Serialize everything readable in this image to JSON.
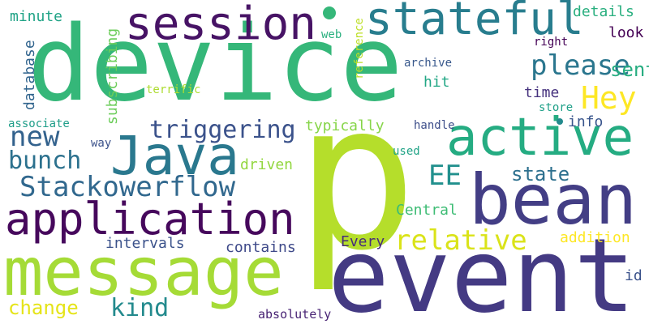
{
  "words": [
    {
      "text": "device",
      "color": "#35b779"
    },
    {
      "text": "p",
      "color": "#b5de2b"
    },
    {
      "text": "event",
      "color": "#443a83"
    },
    {
      "text": "bean",
      "color": "#433e85"
    },
    {
      "text": "message",
      "color": "#a5db36"
    },
    {
      "text": "active",
      "color": "#25ac82"
    },
    {
      "text": "application",
      "color": "#46085c"
    },
    {
      "text": "Java",
      "color": "#2a788e"
    },
    {
      "text": "session",
      "color": "#471365"
    },
    {
      "text": "stateful",
      "color": "#287d8e"
    },
    {
      "text": "please",
      "color": "#2a768e"
    },
    {
      "text": "Hey",
      "color": "#fde725"
    },
    {
      "text": "relative",
      "color": "#dae319"
    },
    {
      "text": "Stackowerflow",
      "color": "#31688e"
    },
    {
      "text": "EE",
      "color": "#21908d"
    },
    {
      "text": "new",
      "color": "#33628d"
    },
    {
      "text": "bunch",
      "color": "#2c718e"
    },
    {
      "text": "triggering",
      "color": "#3b528b"
    },
    {
      "text": "kind",
      "color": "#238a8d"
    },
    {
      "text": "change",
      "color": "#e5e419"
    },
    {
      "text": "state",
      "color": "#2d708e"
    },
    {
      "text": "sent",
      "color": "#27ad81"
    },
    {
      "text": "look",
      "color": "#440154"
    },
    {
      "text": "details",
      "color": "#29af7f"
    },
    {
      "text": "minute",
      "color": "#20a386"
    },
    {
      "text": "database",
      "color": "#32658e"
    },
    {
      "text": "subscribing",
      "color": "#6ccd5a"
    },
    {
      "text": "typically",
      "color": "#86d549"
    },
    {
      "text": "terrific",
      "color": "#addc30"
    },
    {
      "text": "time",
      "color": "#46327e"
    },
    {
      "text": "store",
      "color": "#1fa088"
    },
    {
      "text": "info",
      "color": "#39558c"
    },
    {
      "text": "hit",
      "color": "#22a785"
    },
    {
      "text": "web",
      "color": "#2ab07f"
    },
    {
      "text": "reference",
      "color": "#bddf26"
    },
    {
      "text": "archive",
      "color": "#38588c"
    },
    {
      "text": "right",
      "color": "#440256"
    },
    {
      "text": "way",
      "color": "#3b528b"
    },
    {
      "text": "associate",
      "color": "#1f9e89"
    },
    {
      "text": "handle",
      "color": "#3d4e8a"
    },
    {
      "text": "used",
      "color": "#20a386"
    },
    {
      "text": "driven",
      "color": "#93d741"
    },
    {
      "text": "Central",
      "color": "#3dbc74"
    },
    {
      "text": "intervals",
      "color": "#3b528b"
    },
    {
      "text": "contains",
      "color": "#3e4989"
    },
    {
      "text": "Every",
      "color": "#472c7a"
    },
    {
      "text": "addition",
      "color": "#fde725"
    },
    {
      "text": "id",
      "color": "#3b528b"
    },
    {
      "text": "absolutely",
      "color": "#482374"
    }
  ]
}
